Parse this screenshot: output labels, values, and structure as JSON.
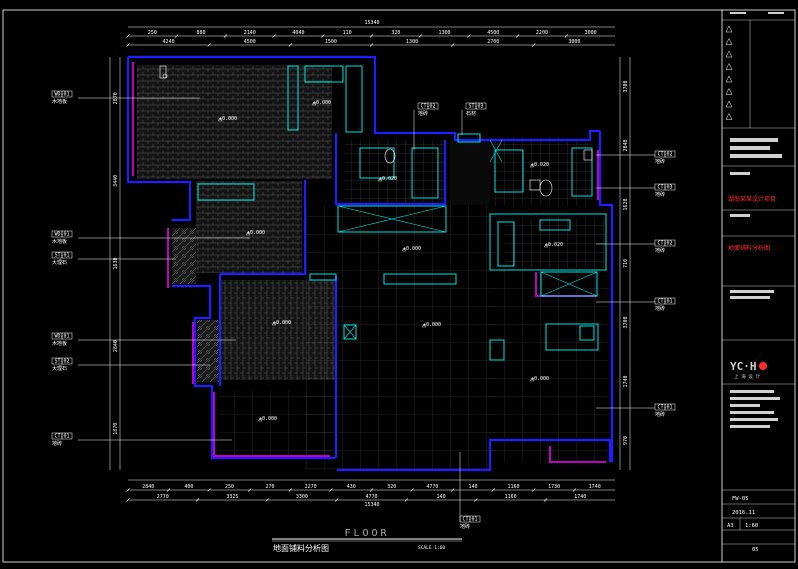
{
  "drawing": {
    "title_label": "FLOOR",
    "subtitle": "地面铺料分析图",
    "scale_note": "SCALE 1:60"
  },
  "dimensions": {
    "top_total": "15340",
    "top_row1": [
      "250",
      "880",
      "2140",
      "4040",
      "110",
      "320",
      "1300",
      "4500",
      "2200",
      "3000"
    ],
    "top_row2": [
      "4240",
      "4500",
      "1500",
      "1300",
      "2700",
      "3000"
    ],
    "bottom_row1": [
      "2840",
      "400",
      "250",
      "270",
      "2270",
      "430",
      "320",
      "4770",
      "140",
      "1160",
      "1730",
      "1740"
    ],
    "bottom_row2": [
      "2770",
      "3325",
      "3300",
      "4770",
      "140",
      "1160",
      "1740"
    ],
    "bottom_total": "15340",
    "left_col": [
      "2870",
      "3440",
      "1630",
      "2840",
      "1870"
    ],
    "right_col": [
      "3700",
      "2040",
      "1620",
      "710",
      "3700",
      "1740",
      "970"
    ]
  },
  "levels": [
    {
      "id": "bed1",
      "text": "±0.000"
    },
    {
      "id": "closet",
      "text": "±0.000"
    },
    {
      "id": "bath1",
      "text": "±0.020"
    },
    {
      "id": "bed2",
      "text": "±0.000"
    },
    {
      "id": "hall",
      "text": "±0.000"
    },
    {
      "id": "kitchen",
      "text": "±0.020"
    },
    {
      "id": "bath2",
      "text": "±0.020"
    },
    {
      "id": "study",
      "text": "±0.000"
    },
    {
      "id": "living",
      "text": "±0.000"
    },
    {
      "id": "dining",
      "text": "±0.000"
    },
    {
      "id": "balcony",
      "text": "±0.000"
    }
  ],
  "material_tags": {
    "left": [
      {
        "code": "WD-01",
        "label": "木地板"
      },
      {
        "code": "WD-01",
        "label": "木地板"
      },
      {
        "code": "ST-01",
        "label": "大理石"
      },
      {
        "code": "WD-01",
        "label": "木地板"
      },
      {
        "code": "ST-02",
        "label": "大理石"
      },
      {
        "code": "CT-01",
        "label": "地砖"
      }
    ],
    "right": [
      {
        "code": "CT-02",
        "label": "地砖"
      },
      {
        "code": "CT-03",
        "label": "地砖"
      },
      {
        "code": "CT-02",
        "label": "地砖"
      },
      {
        "code": "CT-01",
        "label": "地砖"
      },
      {
        "code": "CT-01",
        "label": "地砖"
      }
    ],
    "top": [
      {
        "code": "CT-02",
        "label": "地砖"
      },
      {
        "code": "ST-03",
        "label": "石材"
      }
    ],
    "bottom": {
      "code": "CT-01",
      "label": "地砖"
    }
  },
  "title_block": {
    "project_red": "湖南某某设计项目",
    "drawing_red": "地面铺料分析图",
    "logo": "YC·H",
    "logo_sub": "上 海 设 计",
    "drawing_no": "FW-05",
    "date": "2016.11",
    "paper": "A3",
    "scale": "1:60",
    "sheet": "05"
  },
  "colors": {
    "wall": "#1e1eff",
    "accent": "#c000c0",
    "cyan": "#00e5e5",
    "frame": "#ffffff"
  }
}
